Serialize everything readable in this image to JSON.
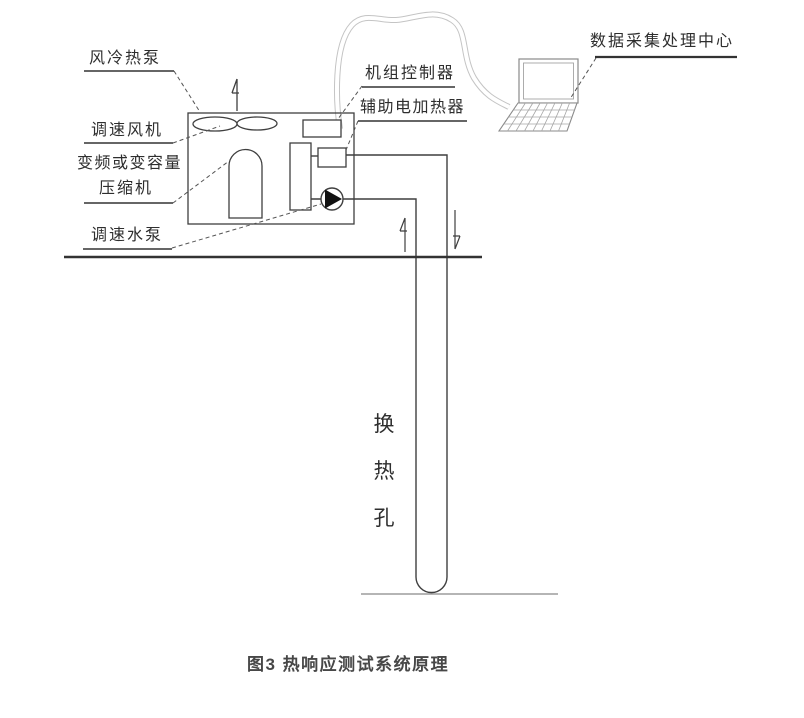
{
  "figure": {
    "caption": "图3 热响应测试系统原理",
    "labels": {
      "air_cooled_heat_pump": "风冷热泵",
      "speed_fan": "调速风机",
      "compressor_line1": "变频或变容量",
      "compressor_line2": "压缩机",
      "speed_water_pump": "调速水泵",
      "unit_controller": "机组控制器",
      "aux_electric_heater": "辅助电加热器",
      "data_center": "数据采集处理中心"
    },
    "borehole": {
      "chars": [
        "换",
        "热",
        "孔"
      ]
    },
    "colors": {
      "diagram_line": "#3f3f3f",
      "laptop_line": "#8a8a8a",
      "cable_line": "#c4c4c4",
      "caption_text": "#474747"
    }
  }
}
